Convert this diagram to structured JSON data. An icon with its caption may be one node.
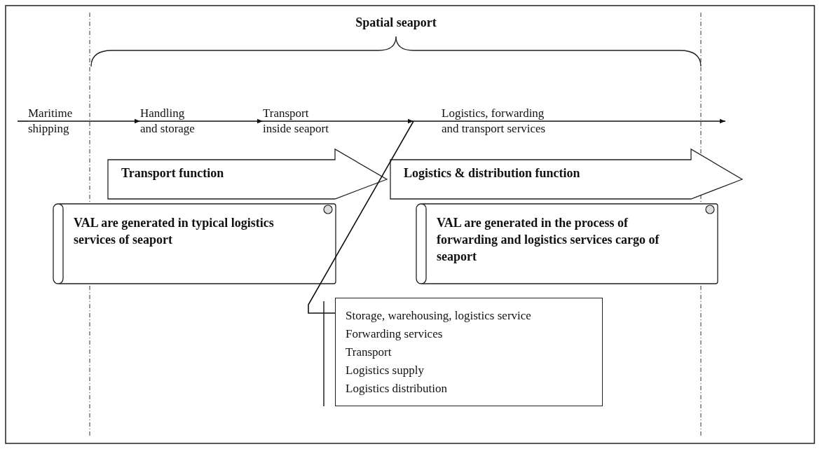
{
  "diagram": {
    "nodes": [
      {
        "text": [
          "Maritime shipping"
        ]
      },
      {
        "text": [
          "Handling and storage"
        ]
      },
      {
        "text": [
          "Transport inside seaport"
        ]
      },
      {
        "text": [
          "Logistics, forwarding and transport services"
        ]
      },
      {
        "text": [
          "Transport function"
        ]
      },
      {
        "text": [
          "Logistics & distribution function"
        ]
      },
      {
        "text": [
          "VAL are generated in typical logistics services of seaport"
        ]
      },
      {
        "text": [
          "VAL are generated in the process of forwarding and logistics services cargo of seaport"
        ]
      },
      {
        "text": [
          "Storage, warehousing, logistics service",
          "Forwarding services",
          "Transport",
          "Logistics supply",
          "Logistics distribution"
        ]
      }
    ],
    "edges": [
      {
        "from": 0,
        "to": 1,
        "arrow": "to"
      },
      {
        "from": 1,
        "to": 2,
        "arrow": "to"
      },
      {
        "from": 2,
        "to": 3,
        "arrow": "to"
      },
      {
        "from": 3,
        "to": null,
        "arrow": "to"
      },
      {
        "from": 3,
        "to": 8,
        "arrow": "none"
      }
    ],
    "labels": [
      "Spatial seaport"
    ]
  }
}
